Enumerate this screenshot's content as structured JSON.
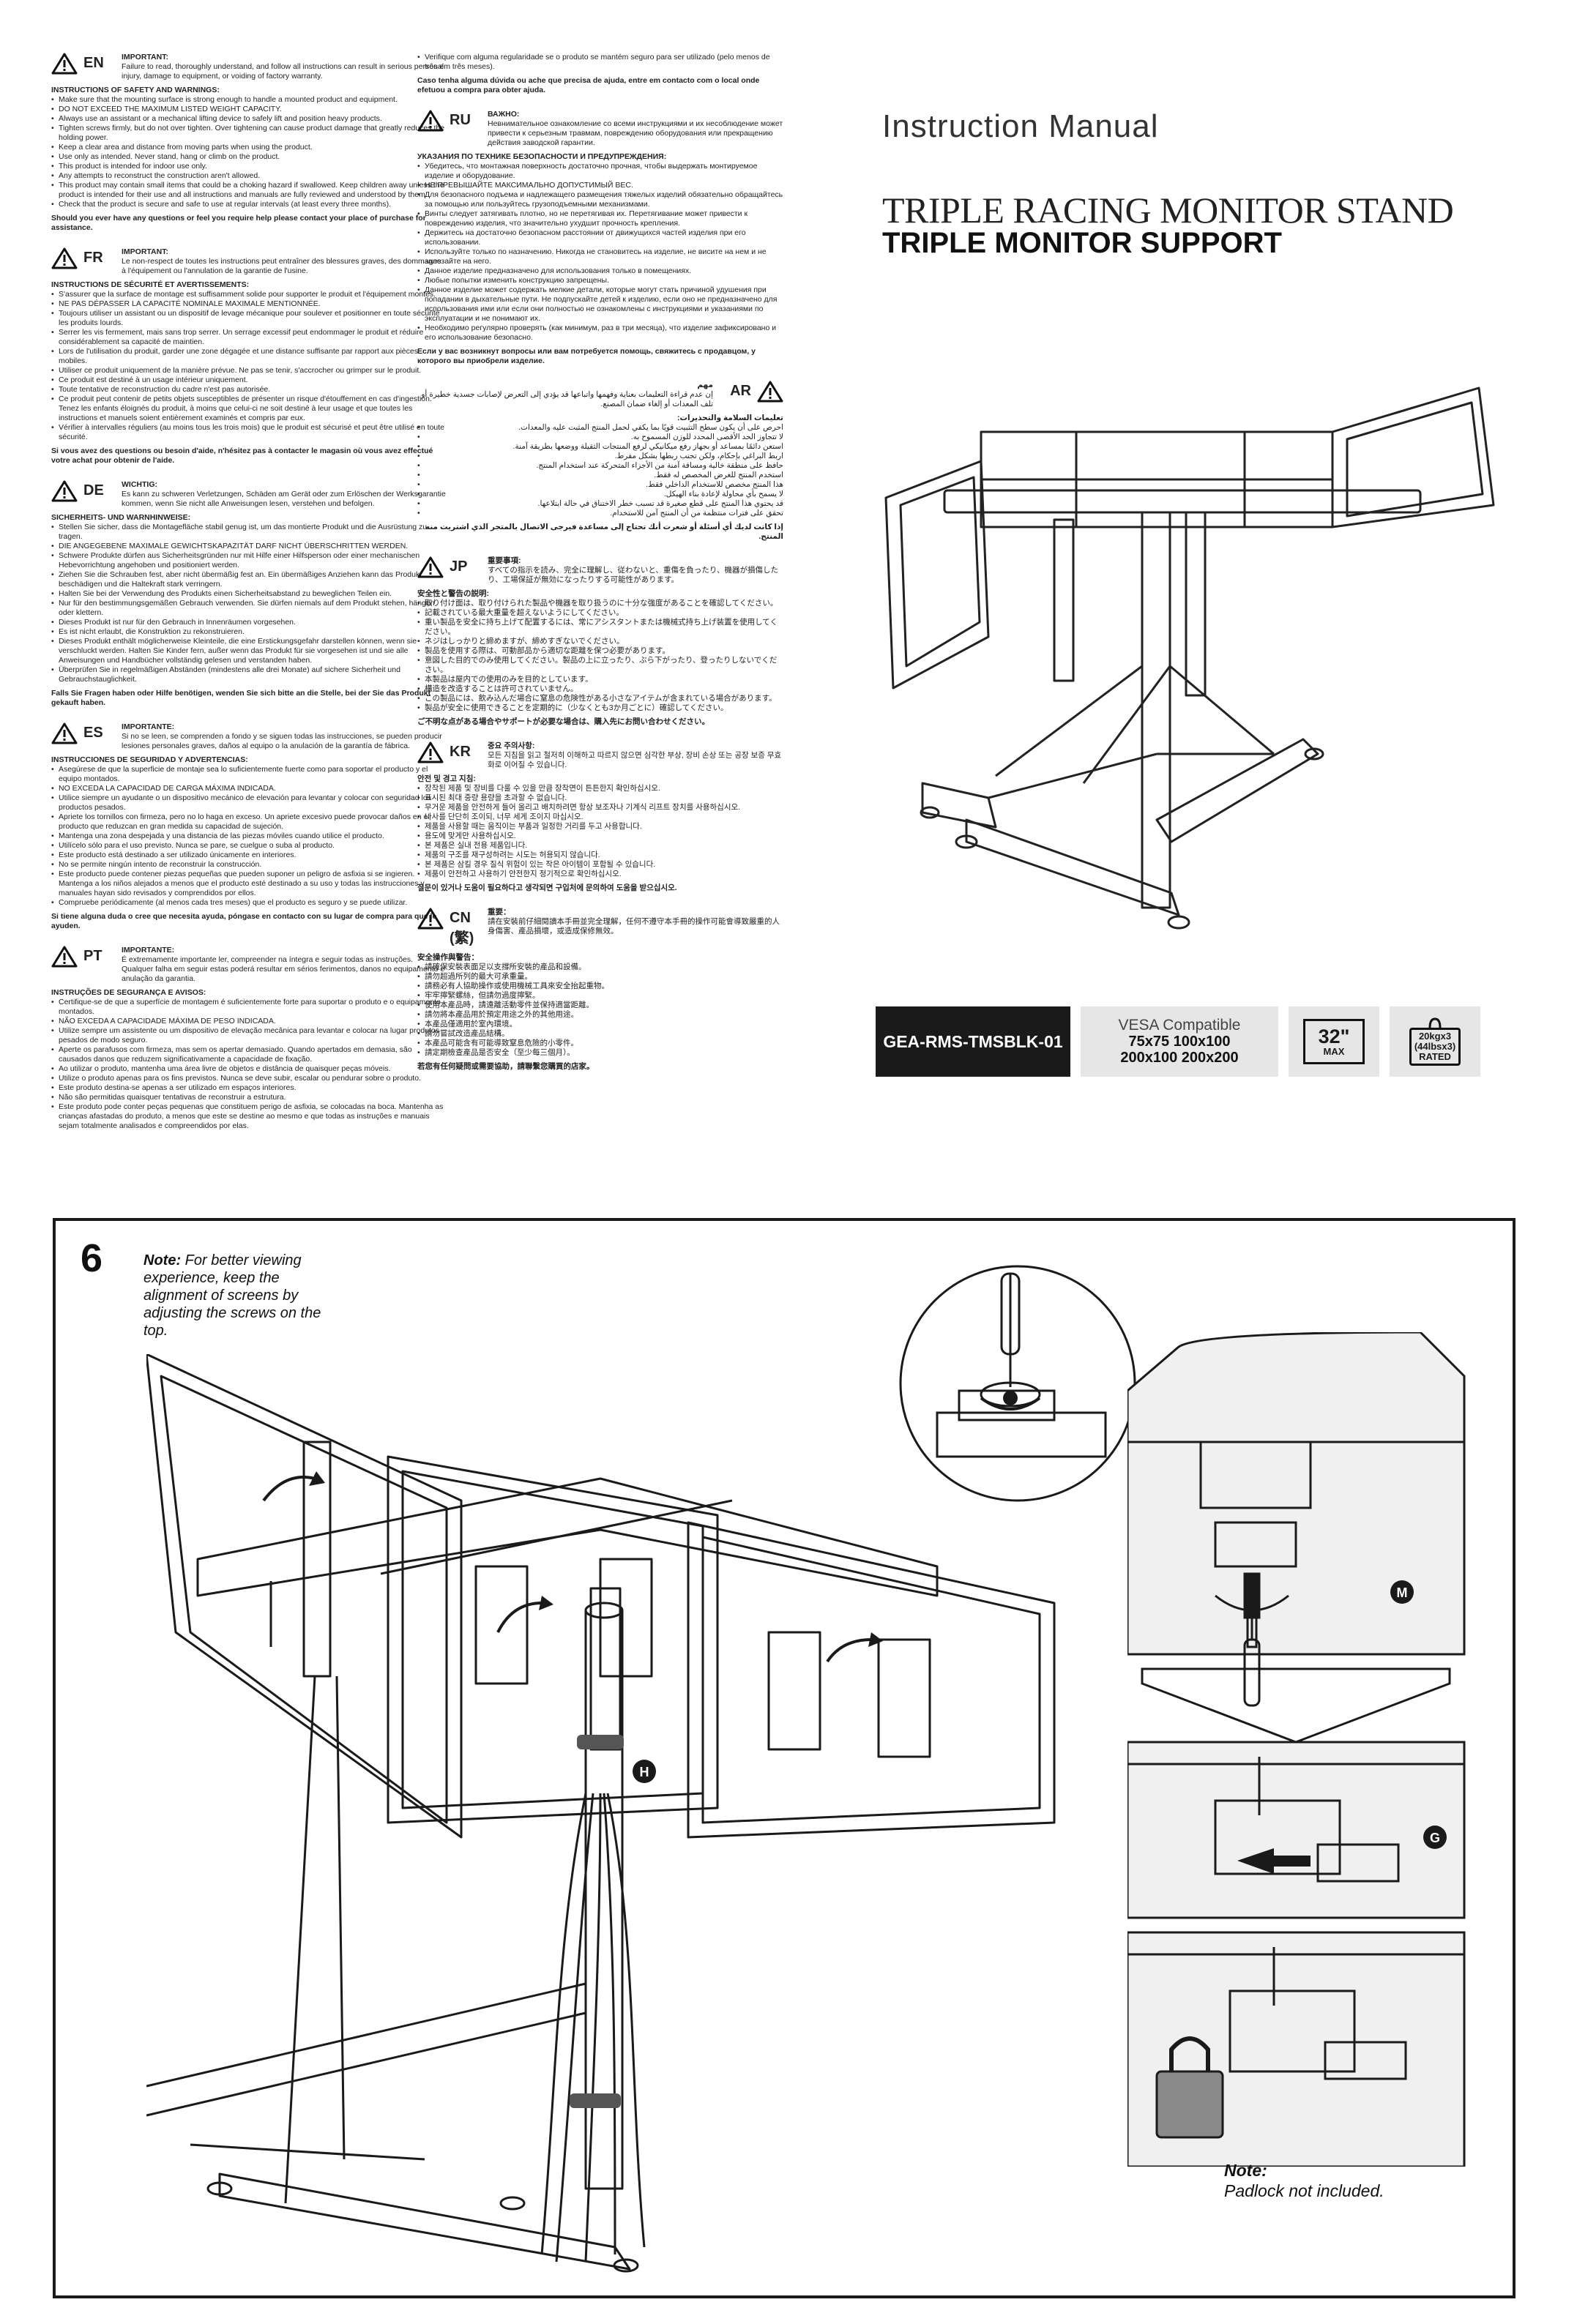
{
  "safety": [
    {
      "code": "EN",
      "heading": "IMPORTANT:",
      "intro": "Failure to read, thoroughly understand, and follow all instructions can result in serious personal injury, damage to equipment, or voiding of factory warranty.",
      "subheading": "INSTRUCTIONS OF SAFETY AND WARNINGS:",
      "items": [
        "Make sure that the mounting surface is strong enough to handle a mounted product and equipment.",
        "DO NOT EXCEED THE MAXIMUM LISTED WEIGHT CAPACITY.",
        "Always use an assistant or a mechanical lifting device to safely lift and position heavy products.",
        "Tighten screws firmly, but do not over tighten. Over tightening can cause product damage that greatly reduces the holding power.",
        "Keep a clear area and distance from moving parts when using the product.",
        "Use only as intended. Never stand, hang or climb on the product.",
        "This product is intended for indoor use only.",
        "Any attempts to reconstruct the construction aren't allowed.",
        "This product may contain small items that could be a choking hazard if swallowed. Keep children away unless the product is intended for their use and all instructions and manuals are fully reviewed and understood by them.",
        "Check that the product is secure and safe to use at regular intervals (at least every three months)."
      ],
      "closing": "Should you ever have any questions or feel you require help please contact your place of purchase for assistance."
    },
    {
      "code": "FR",
      "heading": "IMPORTANT:",
      "intro": "Le non-respect de toutes les instructions peut entraîner des blessures graves, des dommages à l'équipement ou l'annulation de la garantie de l'usine.",
      "subheading": "INSTRUCTIONS DE SÉCURITÉ ET AVERTISSEMENTS:",
      "items": [
        "S'assurer que la surface de montage est suffisamment solide pour supporter le produit et l'équipement montés.",
        "NE PAS DÉPASSER LA CAPACITÉ NOMINALE MAXIMALE MENTIONNÉE.",
        "Toujours utiliser un assistant ou un dispositif de levage mécanique pour soulever et positionner en toute sécurité les produits lourds.",
        "Serrer les vis fermement, mais sans trop serrer. Un serrage excessif peut endommager le produit et réduire considérablement sa capacité de maintien.",
        "Lors de l'utilisation du produit, garder une zone dégagée et une distance suffisante par rapport aux pièces mobiles.",
        "Utiliser ce produit uniquement de la manière prévue. Ne pas se tenir, s'accrocher ou grimper sur le produit.",
        "Ce produit est destiné à un usage intérieur uniquement.",
        "Toute tentative de reconstruction du cadre n'est pas autorisée.",
        "Ce produit peut contenir de petits objets susceptibles de présenter un risque d'étouffement en cas d'ingestion. Tenez les enfants éloignés du produit, à moins que celui-ci ne soit destiné à leur usage et que toutes les instructions et manuels soient entièrement examinés et compris par eux.",
        "Vérifier à intervalles réguliers (au moins tous les trois mois) que le produit est sécurisé et peut être utilisé en toute sécurité."
      ],
      "closing": "Si vous avez des questions ou besoin d'aide, n'hésitez pas à contacter le magasin où vous avez effectué votre achat pour obtenir de l'aide."
    },
    {
      "code": "DE",
      "heading": "WICHTIG:",
      "intro": "Es kann zu schweren Verletzungen, Schäden am Gerät oder zum Erlöschen der Werksgarantie kommen, wenn Sie nicht alle Anweisungen lesen, verstehen und befolgen.",
      "subheading": "SICHERHEITS- UND WARNHINWEISE:",
      "items": [
        "Stellen Sie sicher, dass die Montagefläche stabil genug ist, um das montierte Produkt und die Ausrüstung zu tragen.",
        "DIE ANGEGEBENE MAXIMALE GEWICHTSKAPAZITÄT DARF NICHT ÜBERSCHRITTEN WERDEN.",
        "Schwere Produkte dürfen aus Sicherheitsgründen nur mit Hilfe einer Hilfsperson oder einer mechanischen Hebevorrichtung angehoben und positioniert werden.",
        "Ziehen Sie die Schrauben fest, aber nicht übermäßig fest an. Ein übermäßiges Anziehen kann das Produkt beschädigen und die Haltekraft stark verringern.",
        "Halten Sie bei der Verwendung des Produkts einen Sicherheitsabstand zu beweglichen Teilen ein.",
        "Nur für den bestimmungsgemäßen Gebrauch verwenden. Sie dürfen niemals auf dem Produkt stehen, hängen oder klettern.",
        "Dieses Produkt ist nur für den Gebrauch in Innenräumen vorgesehen.",
        "Es ist nicht erlaubt, die Konstruktion zu rekonstruieren.",
        "Dieses Produkt enthält möglicherweise Kleinteile, die eine Erstickungsgefahr darstellen können, wenn sie verschluckt werden. Halten Sie Kinder fern, außer wenn das Produkt für sie vorgesehen ist und sie alle Anweisungen und Handbücher vollständig gelesen und verstanden haben.",
        "Überprüfen Sie in regelmäßigen Abständen (mindestens alle drei Monate) auf sichere Sicherheit und Gebrauchstauglichkeit."
      ],
      "closing": "Falls Sie Fragen haben oder Hilfe benötigen, wenden Sie sich bitte an die Stelle, bei der Sie das Produkt gekauft haben."
    },
    {
      "code": "ES",
      "heading": "IMPORTANTE:",
      "intro": "Si no se leen, se comprenden a fondo y se siguen todas las instrucciones, se pueden producir lesiones personales graves, daños al equipo o la anulación de la garantía de fábrica.",
      "subheading": "INSTRUCCIONES DE SEGURIDAD Y ADVERTENCIAS:",
      "items": [
        "Asegúrese de que la superficie de montaje sea lo suficientemente fuerte como para soportar el producto y el equipo montados.",
        "NO EXCEDA LA CAPACIDAD DE CARGA MÁXIMA INDICADA.",
        "Utilice siempre un ayudante o un dispositivo mecánico de elevación para levantar y colocar con seguridad los productos pesados.",
        "Apriete los tornillos con firmeza, pero no lo haga en exceso. Un apriete excesivo puede provocar daños en el producto que reduzcan en gran medida su capacidad de sujeción.",
        "Mantenga una zona despejada y una distancia de las piezas móviles cuando utilice el producto.",
        "Utilícelo sólo para el uso previsto. Nunca se pare, se cuelgue o suba al producto.",
        "Este producto está destinado a ser utilizado únicamente en interiores.",
        "No se permite ningún intento de reconstruir la construcción.",
        "Este producto puede contener piezas pequeñas que pueden suponer un peligro de asfixia si se ingieren. Mantenga a los niños alejados a menos que el producto esté destinado a su uso y todas las instrucciones y manuales hayan sido revisados y comprendidos por ellos.",
        "Compruebe periódicamente (al menos cada tres meses) que el producto es seguro y se puede utilizar."
      ],
      "closing": "Si tiene alguna duda o cree que necesita ayuda, póngase en contacto con su lugar de compra para que le ayuden."
    },
    {
      "code": "PT",
      "heading": "IMPORTANTE:",
      "intro": "É extremamente importante ler, compreender na íntegra e seguir todas as instruções. Qualquer falha em seguir estas poderá resultar em sérios ferimentos, danos no equipamento e anulação da garantia.",
      "subheading": "INSTRUÇÕES DE SEGURANÇA E AVISOS:",
      "items": [
        "Certifique-se de que a superfície de montagem é suficientemente forte para suportar o produto e o equipamento montados.",
        "NÃO EXCEDA A CAPACIDADE MÁXIMA DE PESO INDICADA.",
        "Utilize sempre um assistente ou um dispositivo de elevação mecânica para levantar e colocar na lugar produtos pesados de modo seguro.",
        "Aperte os parafusos com firmeza, mas sem os apertar demasiado. Quando apertados em demasia, são causados danos que reduzem significativamente a capacidade de fixação.",
        "Ao utilizar o produto, mantenha uma área livre de objetos e distância de quaisquer peças móveis.",
        "Utilize o produto apenas para os fins previstos. Nunca se deve subir, escalar ou pendurar sobre o produto.",
        "Este produto destina-se apenas a ser utilizado em espaços interiores.",
        "Não são permitidas quaisquer tentativas de reconstruir a estrutura.",
        "Este produto pode conter peças pequenas que constituem perigo de asfixia, se colocadas na boca. Mantenha as crianças afastadas do produto, a menos que este se destine ao mesmo e que todas as instruções e manuais sejam totalmente analisados e compreendidos por elas."
      ],
      "closing": ""
    },
    {
      "code": "",
      "heading": "",
      "intro": "",
      "subheading": "",
      "items": [
        "Verifique com alguma regularidade se o produto se mantém seguro para ser utilizado (pelo menos de três em três meses)."
      ],
      "closing": "Caso tenha alguma dúvida ou ache que precisa de ajuda, entre em contacto com o local onde efetuou a compra para obter ajuda."
    },
    {
      "code": "RU",
      "heading": "ВАЖНО:",
      "intro": "Невнимательное ознакомление со всеми инструкциями и их несоблюдение может привести к серьезным травмам, повреждению оборудования или прекращению действия заводской гарантии.",
      "subheading": "УКАЗАНИЯ ПО ТЕХНИКЕ БЕЗОПАСНОСТИ И ПРЕДУПРЕЖДЕНИЯ:",
      "items": [
        "Убедитесь, что монтажная поверхность достаточно прочная, чтобы выдержать монтируемое изделие и оборудование.",
        "НЕ ПРЕВЫШАЙТЕ МАКСИМАЛЬНО ДОПУСТИМЫЙ ВЕС.",
        "Для безопасного подъема и надлежащего размещения тяжелых изделий обязательно обращайтесь за помощью или пользуйтесь грузоподъемными механизмами.",
        "Винты следует затягивать плотно, но не перетягивая их. Перетягивание может привести к повреждению изделия, что значительно ухудшит прочность крепления.",
        "Держитесь на достаточно безопасном расстоянии от движущихся частей изделия при его использовании.",
        "Используйте только по назначению. Никогда не становитесь на изделие, не висите на нем и не залезайте на него.",
        "Данное изделие предназначено для использования только в помещениях.",
        "Любые попытки изменить конструкцию запрещены.",
        "Данное изделие может содержать мелкие детали, которые могут стать причиной удушения при попадании в дыхательные пути. Не подпускайте детей к изделию, если оно не предназначено для использования ими или если они полностью не ознакомлены с инструкциями и указаниями по эксплуатации и не понимают их.",
        "Необходимо регулярно проверять (как минимум, раз в три месяца), что изделие зафиксировано и его использование безопасно."
      ],
      "closing": "Если у вас возникнут вопросы или вам потребуется помощь, свяжитесь с продавцом, у которого вы приобрели изделие."
    },
    {
      "code": "AR",
      "heading": "مهم",
      "intro": "إن عدم قراءة التعليمات بعناية وفهمها واتباعها قد يؤدي إلى التعرض لإصابات جسدية خطيرة أو تلف المعدات أو إلغاء ضمان المصنع.",
      "subheading": "تعليمات السلامة والتحذيرات:",
      "items": [
        "احرص على أن يكون سطح التثبيت قويًا بما يكفي لحمل المنتج المثبت عليه والمعدات.",
        "لا تتجاوز الحد الأقصى المحدد للوزن المسموح به.",
        "استعن دائمًا بمساعد أو بجهاز رفع ميكانيكي لرفع المنتجات الثقيلة ووضعها بطريقة آمنة.",
        "اربط البراغي بإحكام، ولكن تجنب ربطها بشكل مفرط.",
        "حافظ على منطقة خالية ومسافة آمنة من الأجزاء المتحركة عند استخدام المنتج.",
        "استخدم المنتج للغرض المخصص له فقط.",
        "هذا المنتج مخصص للاستخدام الداخلي فقط.",
        "لا يسمح بأي محاولة لإعادة بناء الهيكل.",
        "قد يحتوي هذا المنتج على قطع صغيرة قد تسبب خطر الاختناق في حالة ابتلاعها.",
        "تحقق على فترات منتظمة من أن المنتج آمن للاستخدام."
      ],
      "closing": "إذا كانت لديك أي أسئلة أو شعرت أنك تحتاج إلى مساعدة فيرجى الاتصال بالمتجر الذي اشتريت منه المنتج."
    },
    {
      "code": "JP",
      "heading": "重要事項:",
      "intro": "すべての指示を読み、完全に理解し、従わないと、重傷を負ったり、機器が損傷したり、工場保証が無効になったりする可能性があります。",
      "subheading": "安全性と警告の説明:",
      "items": [
        "取り付け面は、取り付けられた製品や機器を取り扱うのに十分な強度があることを確認してください。",
        "記載されている最大重量を超えないようにしてください。",
        "重い製品を安全に持ち上げて配置するには、常にアシスタントまたは機械式持ち上げ装置を使用してください。",
        "ネジはしっかりと締めますが、締めすぎないでください。",
        "製品を使用する際は、可動部品から適切な距離を保つ必要があります。",
        "意図した目的でのみ使用してください。製品の上に立ったり、ぶら下がったり、登ったりしないでください。",
        "本製品は屋内での使用のみを目的としています。",
        "構造を改造することは許可されていません。",
        "この製品には、飲み込んだ場合に窒息の危険性がある小さなアイテムが含まれている場合があります。",
        "製品が安全に使用できることを定期的に（少なくとも3か月ごとに）確認してください。"
      ],
      "closing": "ご不明な点がある場合やサポートが必要な場合は、購入先にお問い合わせください。"
    },
    {
      "code": "KR",
      "heading": "중요 주의사항:",
      "intro": "모든 지침을 읽고 철저히 이해하고 따르지 않으면 심각한 부상, 장비 손상 또는 공장 보증 무효화로 이어질 수 있습니다.",
      "subheading": "안전 및 경고 지침:",
      "items": [
        "장착된 제품 및 장비를 다룰 수 있을 만큼 장착면이 튼튼한지 확인하십시오.",
        "표시된 최대 중량 용량을 초과할 수 없습니다.",
        "무거운 제품을 안전하게 들어 올리고 배치하려면 항상 보조자나 기계식 리프트 장치를 사용하십시오.",
        "나사를 단단히 조이되, 너무 세게 조이지 마십시오.",
        "제품을 사용할 때는 움직이는 부품과 일정한 거리를 두고 사용합니다.",
        "용도에 맞게만 사용하십시오.",
        "본 제품은 실내 전용 제품입니다.",
        "제품의 구조를 재구성하려는 시도는 허용되지 않습니다.",
        "본 제품은 삼킬 경우 질식 위험이 있는 작은 아이템이 포함될 수 있습니다.",
        "제품이 안전하고 사용하기 안전한지 정기적으로 확인하십시오."
      ],
      "closing": "질문이 있거나 도움이 필요하다고 생각되면 구입처에 문의하여 도움을 받으십시오."
    },
    {
      "code": "CN (繁)",
      "heading": "重要：",
      "intro": "請在安裝前仔細閱讀本手冊並完全理解，任何不遵守本手冊的操作可能會導致嚴重的人身傷害、產品損壞，或造成保修無效。",
      "subheading": "安全操作與警告：",
      "items": [
        "請確保安裝表面足以支撐所安裝的產品和設備。",
        "請勿超過所列的最大可承重量。",
        "請務必有人協助操作或使用機械工具來安全抬起重物。",
        "牢牢擰緊螺絲，但請勿過度擰緊。",
        "使用本產品時，請遠離活動零件並保持適當距離。",
        "請勿將本產品用於預定用途之外的其他用途。",
        "本產品僅適用於室內環境。",
        "請勿嘗試改造產品結構。",
        "本產品可能含有可能導致窒息危險的小零件。",
        "請定期檢查產品是否安全（至少每三個月）。"
      ],
      "closing": "若您有任何疑問或需要協助，請聯繫您購買的店家。"
    }
  ],
  "cover": {
    "manual_title": "Instruction Manual",
    "product_title": "TRIPLE RACING MONITOR STAND",
    "product_subtitle": "TRIPLE MONITOR SUPPORT",
    "model": "GEA-RMS-TMSBLK-01",
    "vesa_title": "VESA Compatible",
    "vesa_line1": "75x75 100x100",
    "vesa_line2": "200x100 200x200",
    "size_value": "32\"",
    "size_label": "MAX",
    "weight_line1": "20kgx3",
    "weight_line2": "(44lbsx3)",
    "weight_line3": "RATED"
  },
  "step": {
    "number": "6",
    "note_label": "Note:",
    "note_text": "For better viewing experience, keep the alignment of screens by adjusting the screws on the top.",
    "part_labels": [
      "H",
      "M",
      "G"
    ],
    "padlock_label": "Note:",
    "padlock_text": "Padlock not included."
  },
  "colors": {
    "ink": "#1a1a1a",
    "panel_gray": "#e6e6e6"
  }
}
